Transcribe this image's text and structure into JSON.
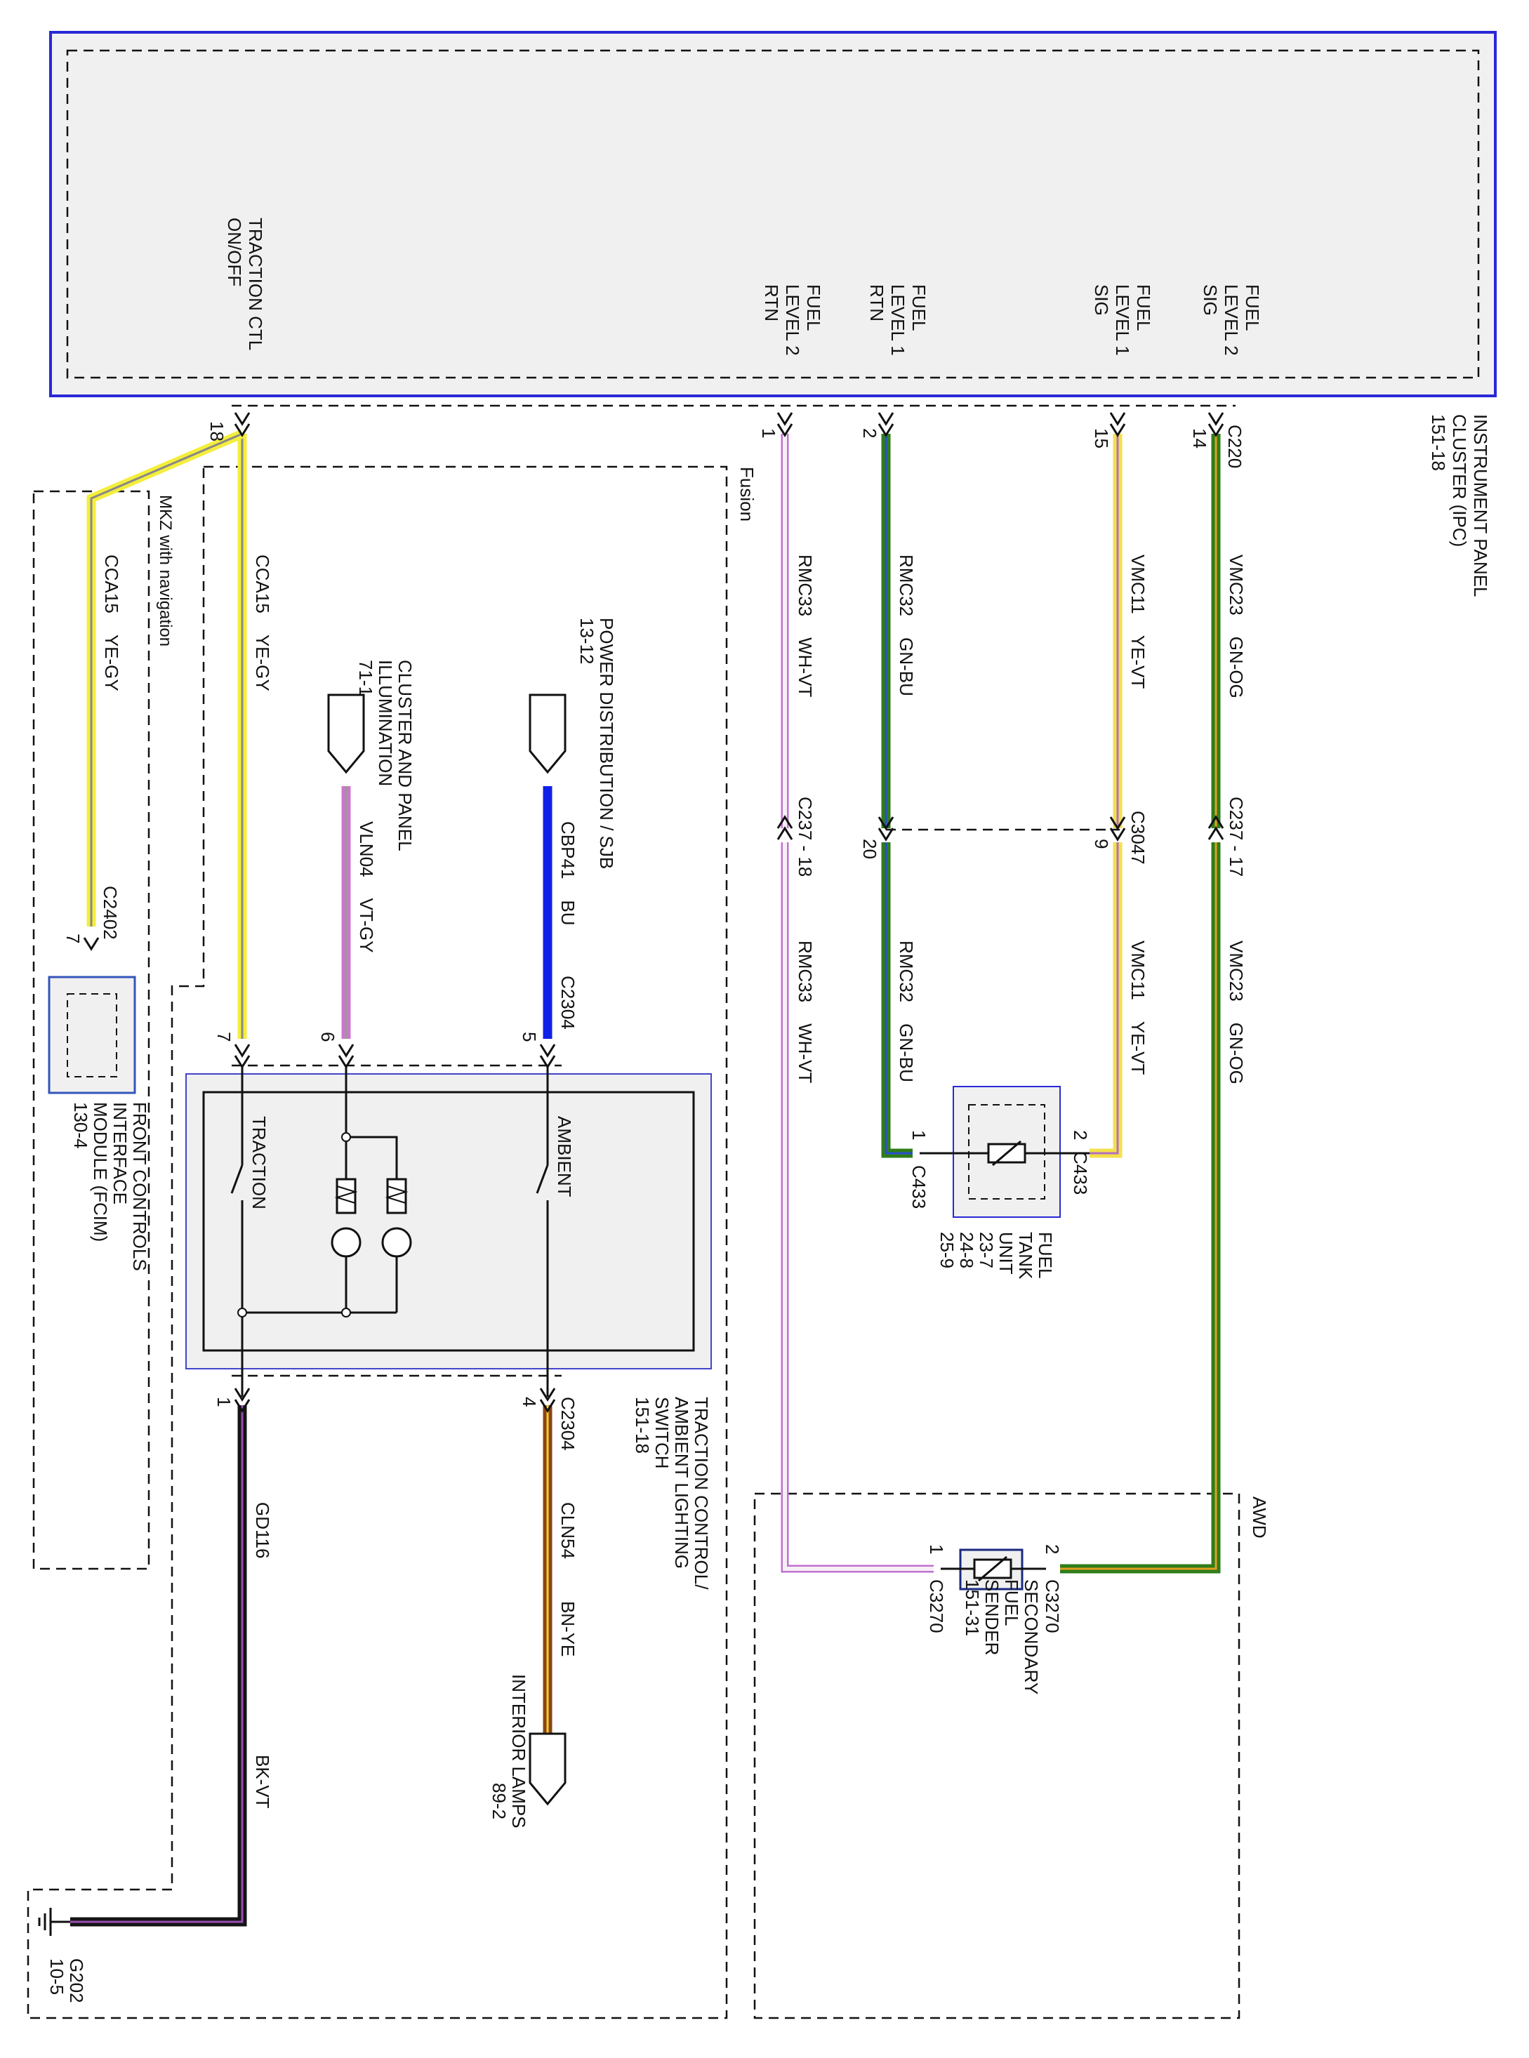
{
  "ipc": {
    "name_lines": [
      "INSTRUMENT PANEL",
      "CLUSTER (IPC)",
      "151-18"
    ],
    "pins": {
      "traction": [
        "TRACTION CTL",
        "ON/OFF"
      ],
      "fuel2_rtn": [
        "FUEL",
        "LEVEL 2",
        "RTN"
      ],
      "fuel1_rtn": [
        "FUEL",
        "LEVEL 1",
        "RTN"
      ],
      "fuel1_sig": [
        "FUEL",
        "LEVEL 1",
        "SIG"
      ],
      "fuel2_sig": [
        "FUEL",
        "LEVEL 2",
        "SIG"
      ]
    },
    "connector": "C220"
  },
  "wires": {
    "vmc23": {
      "circuit": "VMC23",
      "color_code": "GN-OG",
      "color": "#2f7d1a",
      "stripe": "#e0a020"
    },
    "vmc11": {
      "circuit": "VMC11",
      "color_code": "YE-VT",
      "color": "#f4e04a",
      "stripe": "#b070c0"
    },
    "rmc32": {
      "circuit": "RMC32",
      "color_code": "GN-BU",
      "color": "#2f7d1a",
      "stripe": "#2a4fd0"
    },
    "rmc33": {
      "circuit": "RMC33",
      "color_code": "WH-VT",
      "color": "#f2f2f2",
      "stripe": "#c070d0"
    },
    "cca15": {
      "circuit": "CCA15",
      "color_code": "YE-GY",
      "color": "#f4ee3c",
      "stripe": "#888888"
    },
    "vln04": {
      "circuit": "VLN04",
      "color_code": "VT-GY",
      "color": "#cc77cc",
      "stripe": "#999999"
    },
    "cbp41": {
      "circuit": "CBP41",
      "color_code": "BU",
      "color": "#1020e8",
      "stripe": "#1020e8"
    },
    "cln54": {
      "circuit": "CLN54",
      "color_code": "BN-YE",
      "color": "#8b4513",
      "stripe": "#f0d030"
    },
    "gd116": {
      "circuit": "GD116",
      "color_code": "BK-VT",
      "color": "#141414",
      "stripe": "#9a4fb0"
    }
  },
  "pins": {
    "p14": "14",
    "p15": "15",
    "p2": "2",
    "p1": "1",
    "p18": "18",
    "p17": "C237 - 17",
    "p9": "9",
    "p20": "20",
    "p18b": "C237 - 18",
    "c3047": "C3047",
    "s7": "7",
    "s6": "6",
    "s5": "5",
    "s1": "1",
    "s4": "4",
    "c2304a": "C2304",
    "c2304b": "C2304",
    "c2402": "C2402",
    "c2402pin": "7",
    "c433a": "C433",
    "c433b": "C433",
    "c433p1": "1",
    "c433p2": "2",
    "c3270a": "C3270",
    "c3270b": "C3270",
    "c3270p1": "1",
    "c3270p2": "2"
  },
  "components": {
    "fuel_tank": [
      "FUEL",
      "TANK",
      "UNIT",
      "23-7",
      "24-8",
      "25-9"
    ],
    "secondary_sender": [
      "SECONDARY",
      "FUEL",
      "SENDER",
      "151-31"
    ],
    "switch": [
      "TRACTION CONTROL/",
      "AMBIENT LIGHTING",
      "SWITCH",
      "151-18"
    ],
    "fcim": [
      "FRONT CONTROLS",
      "INTERFACE",
      "MODULE (FCIM)",
      "130-4"
    ],
    "traction_label": "TRACTION",
    "ambient_label": "AMBIENT",
    "power_dist": [
      "POWER DISTRIBUTION / SJB",
      "13-12"
    ],
    "cluster_illum": [
      "CLUSTER AND PANEL",
      "ILLUMINATION",
      "71-1"
    ],
    "interior_lamps": [
      "INTERIOR LAMPS",
      "89-2"
    ],
    "ground": [
      "G202",
      "10-5"
    ]
  },
  "options": {
    "fusion": "Fusion",
    "awd": "AWD",
    "mkz": "MKZ with navigation"
  }
}
